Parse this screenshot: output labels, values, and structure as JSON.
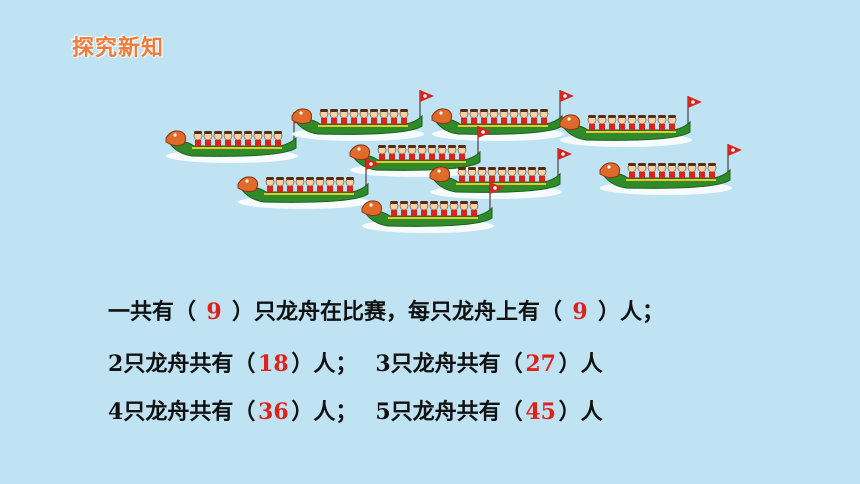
{
  "header": {
    "title": "探究新知"
  },
  "scene": {
    "boat_count": 9,
    "rowers_per_boat": 9
  },
  "line1": {
    "p1": "一共有（",
    "a1": "9",
    "p2": "）只龙舟在比赛，每只龙舟上有（",
    "a2": "9",
    "p3": "）人；"
  },
  "line2": {
    "n1": "2",
    "p1": "只龙舟共有（",
    "a1": "18",
    "p2": "）人；",
    "n2": "3",
    "p3": "只龙舟共有（",
    "a2": "27",
    "p4": "）人"
  },
  "line3": {
    "n1": "4",
    "p1": "只龙舟共有（",
    "a1": "36",
    "p2": "）人；",
    "n2": "5",
    "p3": "只龙舟共有（",
    "a2": "45",
    "p4": "）人"
  },
  "colors": {
    "background": "#bfe3f3",
    "title": "#f07b3a",
    "answer": "#e0201a",
    "boat_hull": "#2f8a2a",
    "flag": "#d8251d"
  }
}
